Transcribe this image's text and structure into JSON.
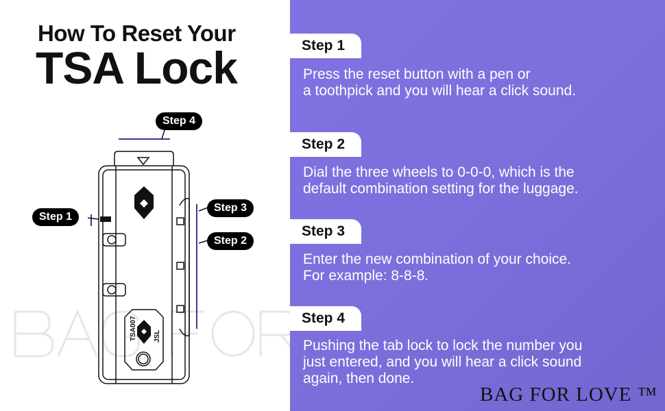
{
  "title": {
    "line1": "How To Reset Your",
    "line2": "TSA Lock"
  },
  "watermark": "BAG FOR LOVE ™",
  "lock_labels": {
    "step1": "Step 1",
    "step2": "Step 2",
    "step3": "Step 3",
    "step4": "Step 4",
    "model": "TSA007",
    "brand": "JSL"
  },
  "steps": [
    {
      "label": "Step 1",
      "lines": [
        "Press the reset button with a pen or",
        "a toothpick and you will hear a click sound."
      ]
    },
    {
      "label": "Step 2",
      "lines": [
        "Dial the three wheels to 0-0-0, which is the",
        "default combination setting for the luggage."
      ]
    },
    {
      "label": "Step 3",
      "lines": [
        "Enter the new combination of your choice.",
        "For example: 8-8-8."
      ]
    },
    {
      "label": "Step 4",
      "lines": [
        "Pushing the tab lock to lock the number you",
        "just entered, and you will hear a click sound",
        "again, then done."
      ]
    }
  ],
  "logo": "BAG FOR LOVE ™",
  "colors": {
    "panel": "#7b6fdc",
    "line": "#5a52b8"
  }
}
